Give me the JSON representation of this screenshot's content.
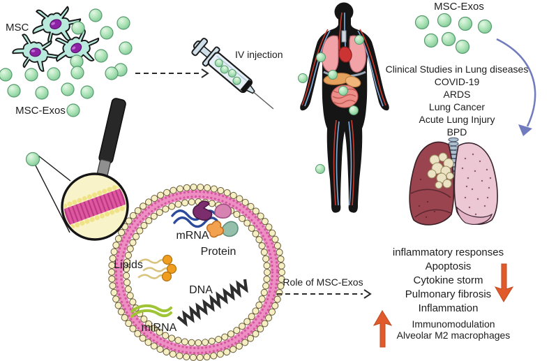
{
  "figure": {
    "left_cluster": {
      "msc_label": "MSC",
      "msc_exos_label": "MSC-Exos"
    },
    "injection": {
      "label": "IV injection"
    },
    "right_cluster": {
      "msc_exos_label": "MSC-Exos",
      "clinical_studies": [
        "Clinical Studies in Lung diseases",
        "COVID-19",
        "ARDS",
        "Lung Cancer",
        "Acute Lung Injury",
        "BPD"
      ]
    },
    "exosome_cargo": {
      "mrna": "mRNA",
      "protein": "Protein",
      "lipids": "Lipids",
      "dna": "DNA",
      "mirna": "miRNA"
    },
    "role_section": {
      "label": "Role of MSC-Exos",
      "decreased": [
        "inflammatory responses",
        "Apoptosis",
        "Cytokine storm",
        "Pulmonary fibrosis",
        "Inflammation"
      ],
      "increased": [
        "Immunomodulation",
        "Alveolar M2 macrophages"
      ]
    },
    "colors": {
      "exosome_green": "#a9e2b4",
      "membrane_pink": "#ee8fc4",
      "membrane_bead": "#f6efc3",
      "emphasis_arrow_orange": "#e05a2b",
      "curved_arrow_blue": "#707bbf",
      "cell_teal": "#b8e9dc",
      "nucleus_purple": "#8e22a5",
      "diseased_lung": "#9a4450",
      "healthy_lung": "#ecc7d4"
    }
  }
}
